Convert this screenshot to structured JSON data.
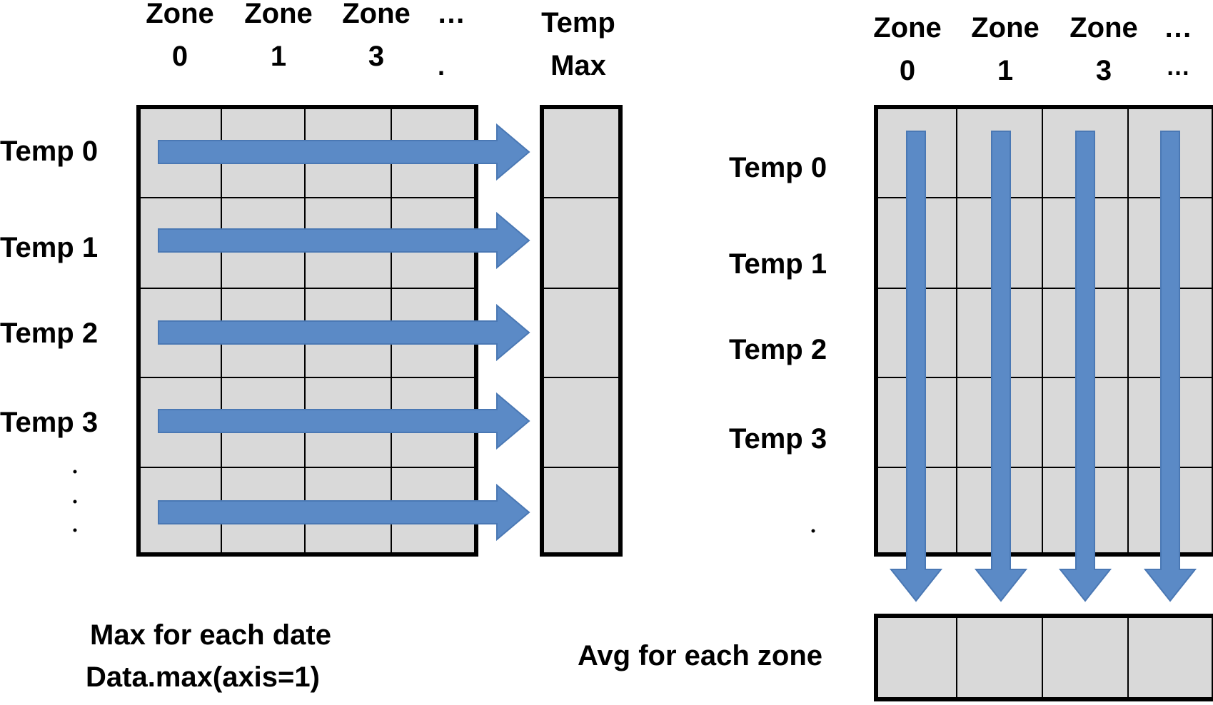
{
  "left_panel": {
    "col_headers": [
      {
        "line1": "Zone",
        "line2": "0"
      },
      {
        "line1": "Zone",
        "line2": "1"
      },
      {
        "line1": "Zone",
        "line2": "3"
      },
      {
        "line1": "…",
        "line2": "."
      }
    ],
    "result_header": {
      "line1": "Temp",
      "line2": "Max"
    },
    "row_labels": [
      "Temp 0",
      "Temp 1",
      "Temp 2",
      "Temp 3"
    ],
    "caption": {
      "line1": "Max for each date",
      "line2": "Data.max(axis=1)"
    }
  },
  "right_panel": {
    "col_headers": [
      {
        "line1": "Zone",
        "line2": "0"
      },
      {
        "line1": "Zone",
        "line2": "1"
      },
      {
        "line1": "Zone",
        "line2": "3"
      },
      {
        "line1": "…",
        "line2": "…"
      }
    ],
    "row_labels": [
      "Temp 0",
      "Temp 1",
      "Temp 2",
      "Temp 3"
    ],
    "caption": "Avg for each zone"
  },
  "colors": {
    "cell_fill": "#d9d9d9",
    "arrow_fill": "#5b8ac6",
    "arrow_stroke": "#4a78b4",
    "border": "#000000"
  }
}
